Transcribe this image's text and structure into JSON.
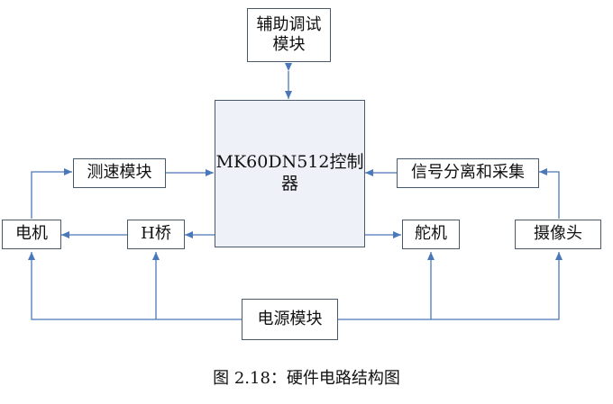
{
  "nodes": {
    "aux": {
      "line1": "辅助调试",
      "line2": "模块"
    },
    "mcu": {
      "line1": "MK60DN512控制",
      "line2": "器"
    },
    "speed": {
      "label": "测速模块"
    },
    "signal": {
      "label": "信号分离和采集"
    },
    "motor": {
      "label": "电机"
    },
    "hbridge": {
      "label": "H桥"
    },
    "servo": {
      "label": "舵机"
    },
    "camera": {
      "label": "摄像头"
    },
    "power": {
      "label": "电源模块"
    }
  },
  "caption": "图 2.18：硬件电路结构图",
  "colors": {
    "line": "#4a78b8",
    "mcu_fill": "#eef1f8",
    "border": "#4a5a6a"
  }
}
